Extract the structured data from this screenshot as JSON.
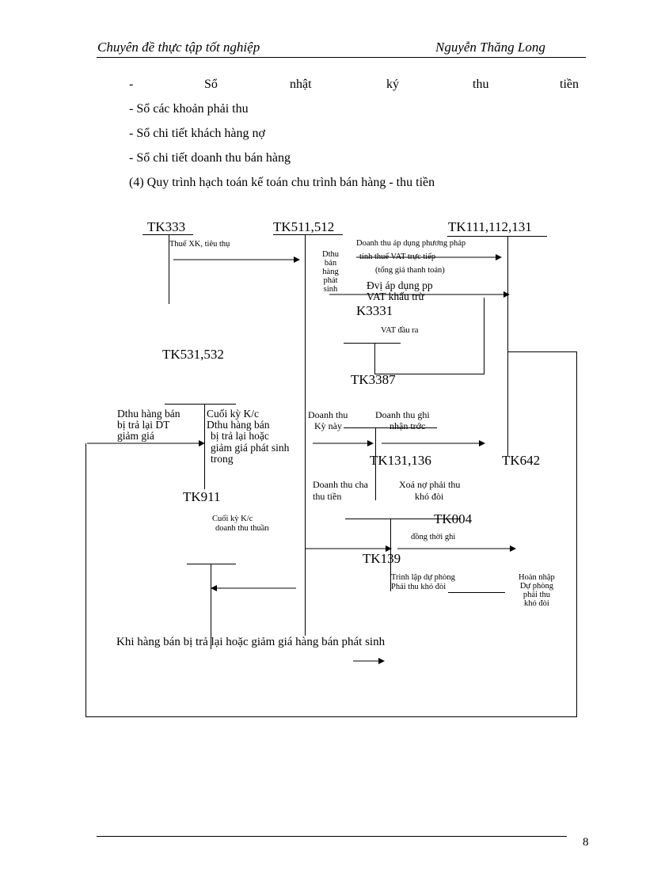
{
  "header": {
    "left": "Chuyên  đề thực tập tốt nghiệp",
    "right": "Nguyễn  Thăng Long"
  },
  "list": {
    "item1_dash": "-",
    "item1_words": [
      "Sổ",
      "nhật",
      "ký",
      "thu",
      "tiền"
    ],
    "item2": "- Sổ các khoản phải thu",
    "item3": "- Sổ chi tiết khách hàng nợ",
    "item4": "- Sổ chi tiết doanh thu bán hàng",
    "section": "(4) Quy trình hạch toán kế toán chu trình bán hàng - thu tiền"
  },
  "diagram": {
    "accounts": {
      "tk333": "TK333",
      "tk511": "TK511,512",
      "tk111": "TK111,112,131",
      "tk3331": "K3331",
      "tk531": "TK531,532",
      "tk3387": "TK3387",
      "tk131": "TK131,136",
      "tk642": "TK642",
      "tk911": "TK911",
      "tk004": "TK004",
      "tk139": "TK139"
    },
    "labels": {
      "thue_xk": "Thuế XK, tiêu thụ",
      "dthu_ban_hang": [
        "Dthu",
        "bán",
        "hàng",
        "phát",
        "sinh"
      ],
      "dt_ap_dung_1": "Doanh thu áp dụng phương   pháp",
      "dt_ap_dung_2": "tính thuế  VAT trực tiếp",
      "dt_ap_dung_3": "(tổng giá thanh toán)",
      "dvi_ap_dung_1": "Đvị áp dụng pp",
      "dvi_ap_dung_2": "VAT  khấu trừ",
      "vat_dau_ra": "VAT đầu ra",
      "dthu_bi_tra_1": "Dthu hàng bán",
      "dthu_bi_tra_2": "bị trả lại DT",
      "dthu_bi_tra_3": "giảm giá",
      "cuoi_ky_1": "Cuối kỳ K/c",
      "cuoi_ky_2": "Dthu hàng bán",
      "cuoi_ky_3": "bị trả lại hoặc",
      "cuoi_ky_4": "giảm giá phát sinh",
      "cuoi_ky_5": "trong",
      "dt_thu_1": "Doanh thu",
      "dt_thu_2": "Kỳ này",
      "dt_ghi_1": "Doanh thu ghi",
      "dt_ghi_2": "nhận trớc",
      "dt_chua_1": "Doanh thu cha",
      "dt_chua_2": "thu tiền",
      "xoa_no_1": "Xoá nợ phải thu",
      "xoa_no_2": "khó đòi",
      "kc_thuan_1": "Cuối kỳ K/c",
      "kc_thuan_2": "doanh thu thuần",
      "dong_thoi": "đồng thời ghi",
      "trinh_lap_1": "Trình lập dự phòng",
      "trinh_lap_2": "Phải thu khó đòi",
      "hoan_nhap": [
        "Hoàn nhập",
        "Dự phòng",
        "phải thu",
        "khó đòi"
      ],
      "khi_hang_ban": "Khi hàng bán bị trả lại hoặc giảm giá hàng bán phát sinh"
    }
  },
  "footer": {
    "page_number": "8"
  }
}
